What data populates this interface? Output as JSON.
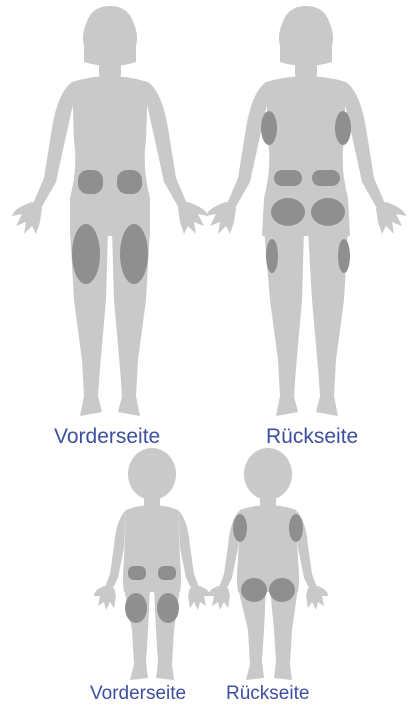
{
  "adult": {
    "front_label": "Vorderseite",
    "back_label": "Rückseite"
  },
  "child": {
    "front_label": "Vorderseite",
    "back_label": "Rückseite"
  },
  "colors": {
    "silhouette": "#c9c9c9",
    "injection_zone": "#8f8f8f",
    "label_text": "#3d4f9f"
  }
}
